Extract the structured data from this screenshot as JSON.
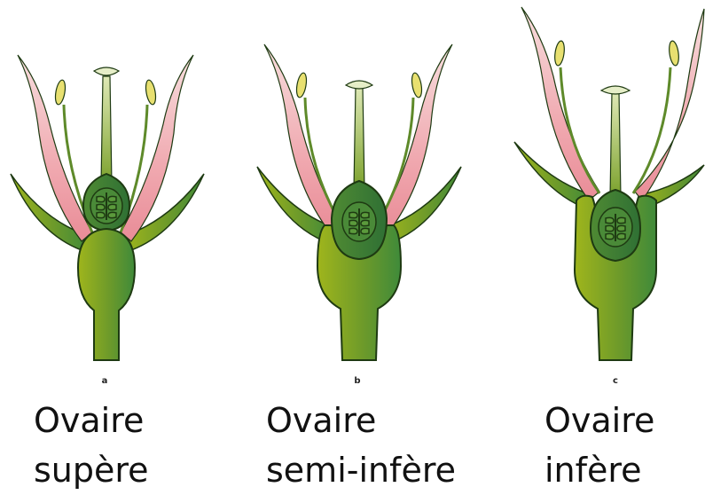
{
  "panels": [
    {
      "letter": "a",
      "caption_line1": "Ovaire",
      "caption_line2": "supère"
    },
    {
      "letter": "b",
      "caption_line1": "Ovaire",
      "caption_line2": "semi-infère"
    },
    {
      "letter": "c",
      "caption_line1": "Ovaire",
      "caption_line2": "infère"
    }
  ],
  "colors": {
    "stem_light": "#9fb51c",
    "stem_dark": "#3f8a3a",
    "petal": "#f2a9b0",
    "anther": "#e8e070",
    "outline": "#1e3a12"
  }
}
